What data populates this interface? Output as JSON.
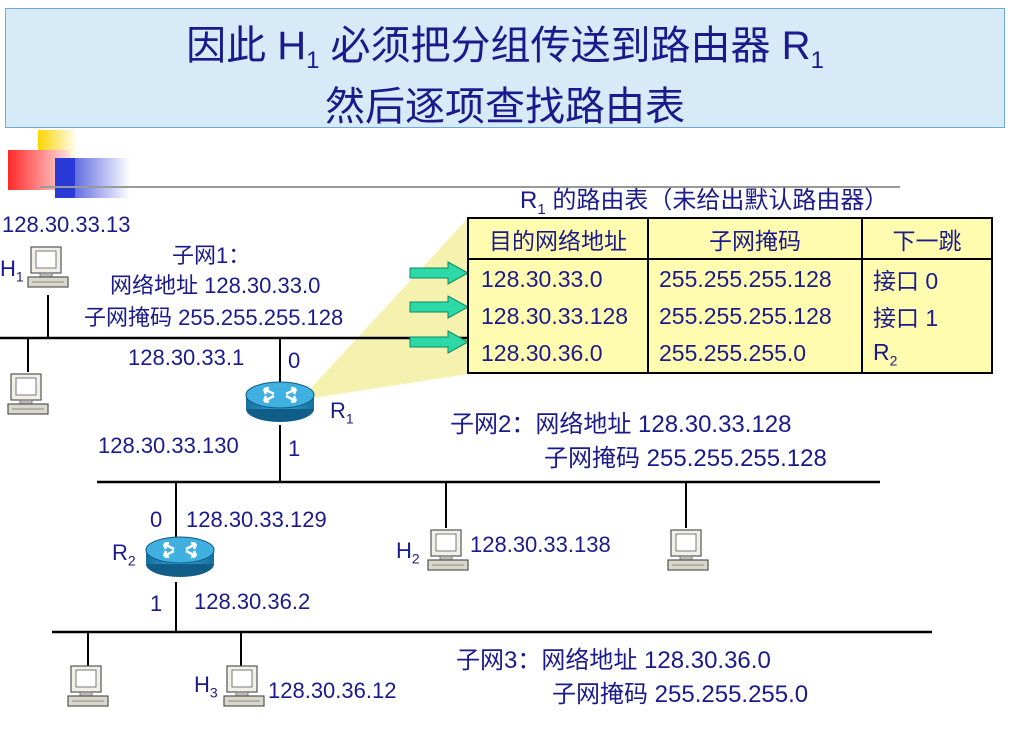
{
  "title": {
    "line1_pre": "因此 H",
    "line1_sub": "1",
    "line1_mid": " 必须把分组传送到路由器 R",
    "line1_sub2": "1",
    "line2": "然后逐项查找路由表"
  },
  "route_table": {
    "title_pre": "R",
    "title_sub": "1",
    "title_post": " 的路由表（未给出默认路由器）",
    "headers": [
      "目的网络地址",
      "子网掩码",
      "下一跳"
    ],
    "rows": [
      {
        "dest": "128.30.33.0",
        "mask": "255.255.255.128",
        "next": "接口 0",
        "next_sub": ""
      },
      {
        "dest": "128.30.33.128",
        "mask": "255.255.255.128",
        "next": "接口 1",
        "next_sub": ""
      },
      {
        "dest": "128.30.36.0",
        "mask": "255.255.255.0",
        "next": "R",
        "next_sub": "2"
      }
    ]
  },
  "subnet1": {
    "title": "子网1：",
    "addr": "网络地址 128.30.33.0",
    "mask": "子网掩码 255.255.255.128"
  },
  "subnet2": {
    "line1": "子网2：网络地址 128.30.33.128",
    "line2": "子网掩码 255.255.255.128"
  },
  "subnet3": {
    "line1": "子网3：网络地址 128.30.36.0",
    "line2": "子网掩码 255.255.255.0"
  },
  "hosts": {
    "h1_name": "H",
    "h1_sub": "1",
    "h1_ip": "128.30.33.13",
    "h2_name": "H",
    "h2_sub": "2",
    "h2_ip": "128.30.33.138",
    "h3_name": "H",
    "h3_sub": "3",
    "h3_ip": "128.30.36.12"
  },
  "r1": {
    "name": "R",
    "sub": "1",
    "if0_ip": "128.30.33.1",
    "if0": "0",
    "if1_ip": "128.30.33.130",
    "if1": "1"
  },
  "r2": {
    "name": "R",
    "sub": "2",
    "if0_ip": "128.30.33.129",
    "if0": "0",
    "if1_ip": "128.30.36.2",
    "if1": "1"
  },
  "colors": {
    "text": "#1a1a8c",
    "title_bg": "#d6ebf7",
    "table_bg": "#fffcb0",
    "arrow": "#2ed9a8",
    "router": "#1f86b8",
    "beam": "#f2f0a0"
  }
}
